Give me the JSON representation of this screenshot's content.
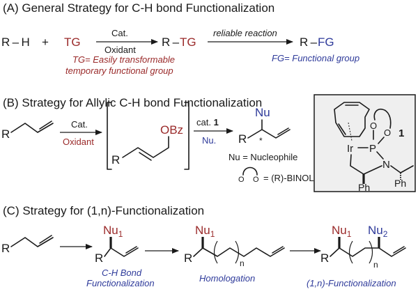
{
  "section_a": {
    "title": "(A) General Strategy for C-H bond Functionalization",
    "reactant": "R – H",
    "plus": "+",
    "tg": "TG",
    "arrow1_top": "Cat.",
    "arrow1_bottom": "Oxidant",
    "intermediate_r": "R –",
    "intermediate_tg": "TG",
    "arrow2_top": "reliable reaction",
    "product_r": "R –",
    "product_fg": "FG",
    "tg_note_line1": "TG= Easily transformable",
    "tg_note_line2": "temporary functional group",
    "fg_note": "FG= Functional group"
  },
  "section_b": {
    "title": "(B) Strategy for Allylic C-H bond Functionalization",
    "substrate_r": "R",
    "arrow1_top": "Cat.",
    "arrow1_bottom": "Oxidant",
    "inter_r": "R",
    "inter_obz": "OBz",
    "arrow2_top_prefix": "cat. ",
    "arrow2_top_num": "1",
    "arrow2_bottom": "Nu.",
    "product_r": "R",
    "product_nu": "Nu",
    "stereo_mark": "*",
    "nu_note": "Nu = Nucleophile",
    "binol_o1": "O",
    "binol_o2": "O",
    "binol_note": "= (R)-BINOL",
    "catalyst": {
      "metal": "Ir",
      "p": "P",
      "o1": "O",
      "o2": "O",
      "n": "N",
      "ph1": "Ph",
      "ph2": "Ph",
      "label": "1"
    }
  },
  "section_c": {
    "title": "(C) Strategy for (1,n)-Functionalization",
    "r1": "R",
    "r2": "R",
    "r3": "R",
    "r4": "R",
    "nu1_a": "Nu",
    "nu1_a_sub": "1",
    "nu1_b": "Nu",
    "nu1_b_sub": "1",
    "nu1_c": "Nu",
    "nu1_c_sub": "1",
    "nu2": "Nu",
    "nu2_sub": "2",
    "n1": "n",
    "n2": "n",
    "label1_line1": "C-H Bond",
    "label1_line2": "Functionalization",
    "label2": "Homologation",
    "label3": "(1,n)-Functionalization"
  },
  "colors": {
    "red": "#9a2a2a",
    "blue": "#2e3a9a",
    "black": "#1a1a1a"
  }
}
